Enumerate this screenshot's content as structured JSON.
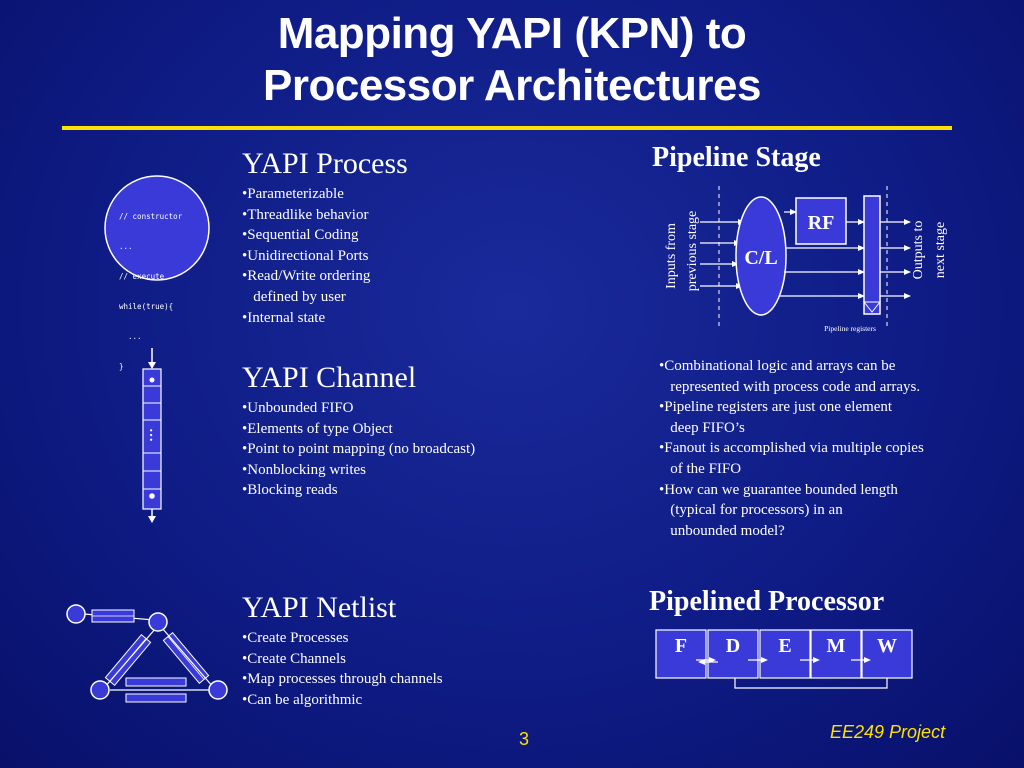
{
  "slide": {
    "title_line1": "Mapping YAPI (KPN) to",
    "title_line2": "Processor Architectures",
    "page_number": "3",
    "project_label": "EE249 Project"
  },
  "process": {
    "heading": "YAPI Process",
    "items": [
      "•Parameterizable",
      "•Threadlike behavior",
      "•Sequential Coding",
      "•Unidirectional Ports",
      "•Read/Write ordering",
      "   defined by user",
      "•Internal state"
    ],
    "code_lines": [
      "// constructor",
      "...",
      "// execute",
      "while(true){",
      "  ...",
      "}"
    ]
  },
  "channel": {
    "heading": "YAPI Channel",
    "items": [
      "•Unbounded FIFO",
      "•Elements of type Object",
      "•Point to point mapping (no broadcast)",
      "•Nonblocking writes",
      "•Blocking reads"
    ],
    "ellipsis": "…"
  },
  "netlist": {
    "heading": "YAPI Netlist",
    "items": [
      "•Create Processes",
      "•Create Channels",
      "•Map processes through channels",
      "•Can be algorithmic"
    ]
  },
  "pipeline_stage": {
    "heading": "Pipeline Stage",
    "input_label_1": "Inputs from",
    "input_label_2": "previous stage",
    "output_label_1": "Outputs to",
    "output_label_2": "next stage",
    "rf_label": "RF",
    "cl_label": "C/L",
    "registers_label": "Pipeline registers"
  },
  "notes": [
    "•Combinational logic and arrays can be",
    "   represented with process code and arrays.",
    "•Pipeline registers are just one element",
    "   deep FIFO’s",
    "•Fanout is accomplished via multiple copies",
    "   of the FIFO",
    "•How can we guarantee bounded length",
    "   (typical for processors) in an",
    "   unbounded model?"
  ],
  "pipelined_processor": {
    "heading": "Pipelined Processor",
    "stages": [
      "F",
      "D",
      "E",
      "M",
      "W"
    ]
  },
  "colors": {
    "accent_yellow": "#ffe000",
    "shape_blue": "#3a3ad8",
    "background": "#0f1c86"
  }
}
